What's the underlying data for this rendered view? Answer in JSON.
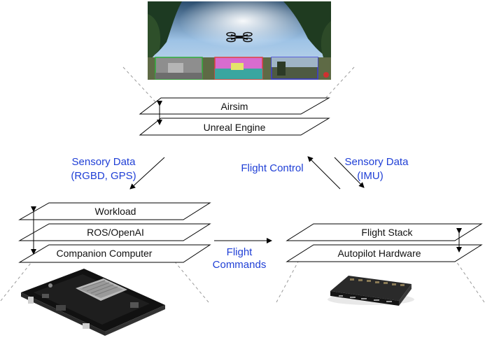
{
  "simulator": {
    "layers": [
      "Airsim",
      "Unreal Engine"
    ],
    "screenshot_icon": "drone-simulation-screenshot"
  },
  "companion": {
    "layers": [
      "Workload",
      "ROS/OpenAI",
      "Companion Computer"
    ],
    "board_icon": "companion-computer-board"
  },
  "flight": {
    "layers": [
      "Flight Stack",
      "Autopilot Hardware"
    ],
    "board_icon": "autopilot-hardware-board"
  },
  "labels": {
    "sensory_left_1": "Sensory Data",
    "sensory_left_2": "(RGBD, GPS)",
    "flight_control": "Flight Control",
    "sensory_right_1": "Sensory Data",
    "sensory_right_2": "(IMU)",
    "flight_commands_1": "Flight",
    "flight_commands_2": "Commands"
  },
  "colors": {
    "label_blue": "#1f3fd6",
    "layer_stroke": "#000000",
    "dashed": "#9a9a9a"
  }
}
